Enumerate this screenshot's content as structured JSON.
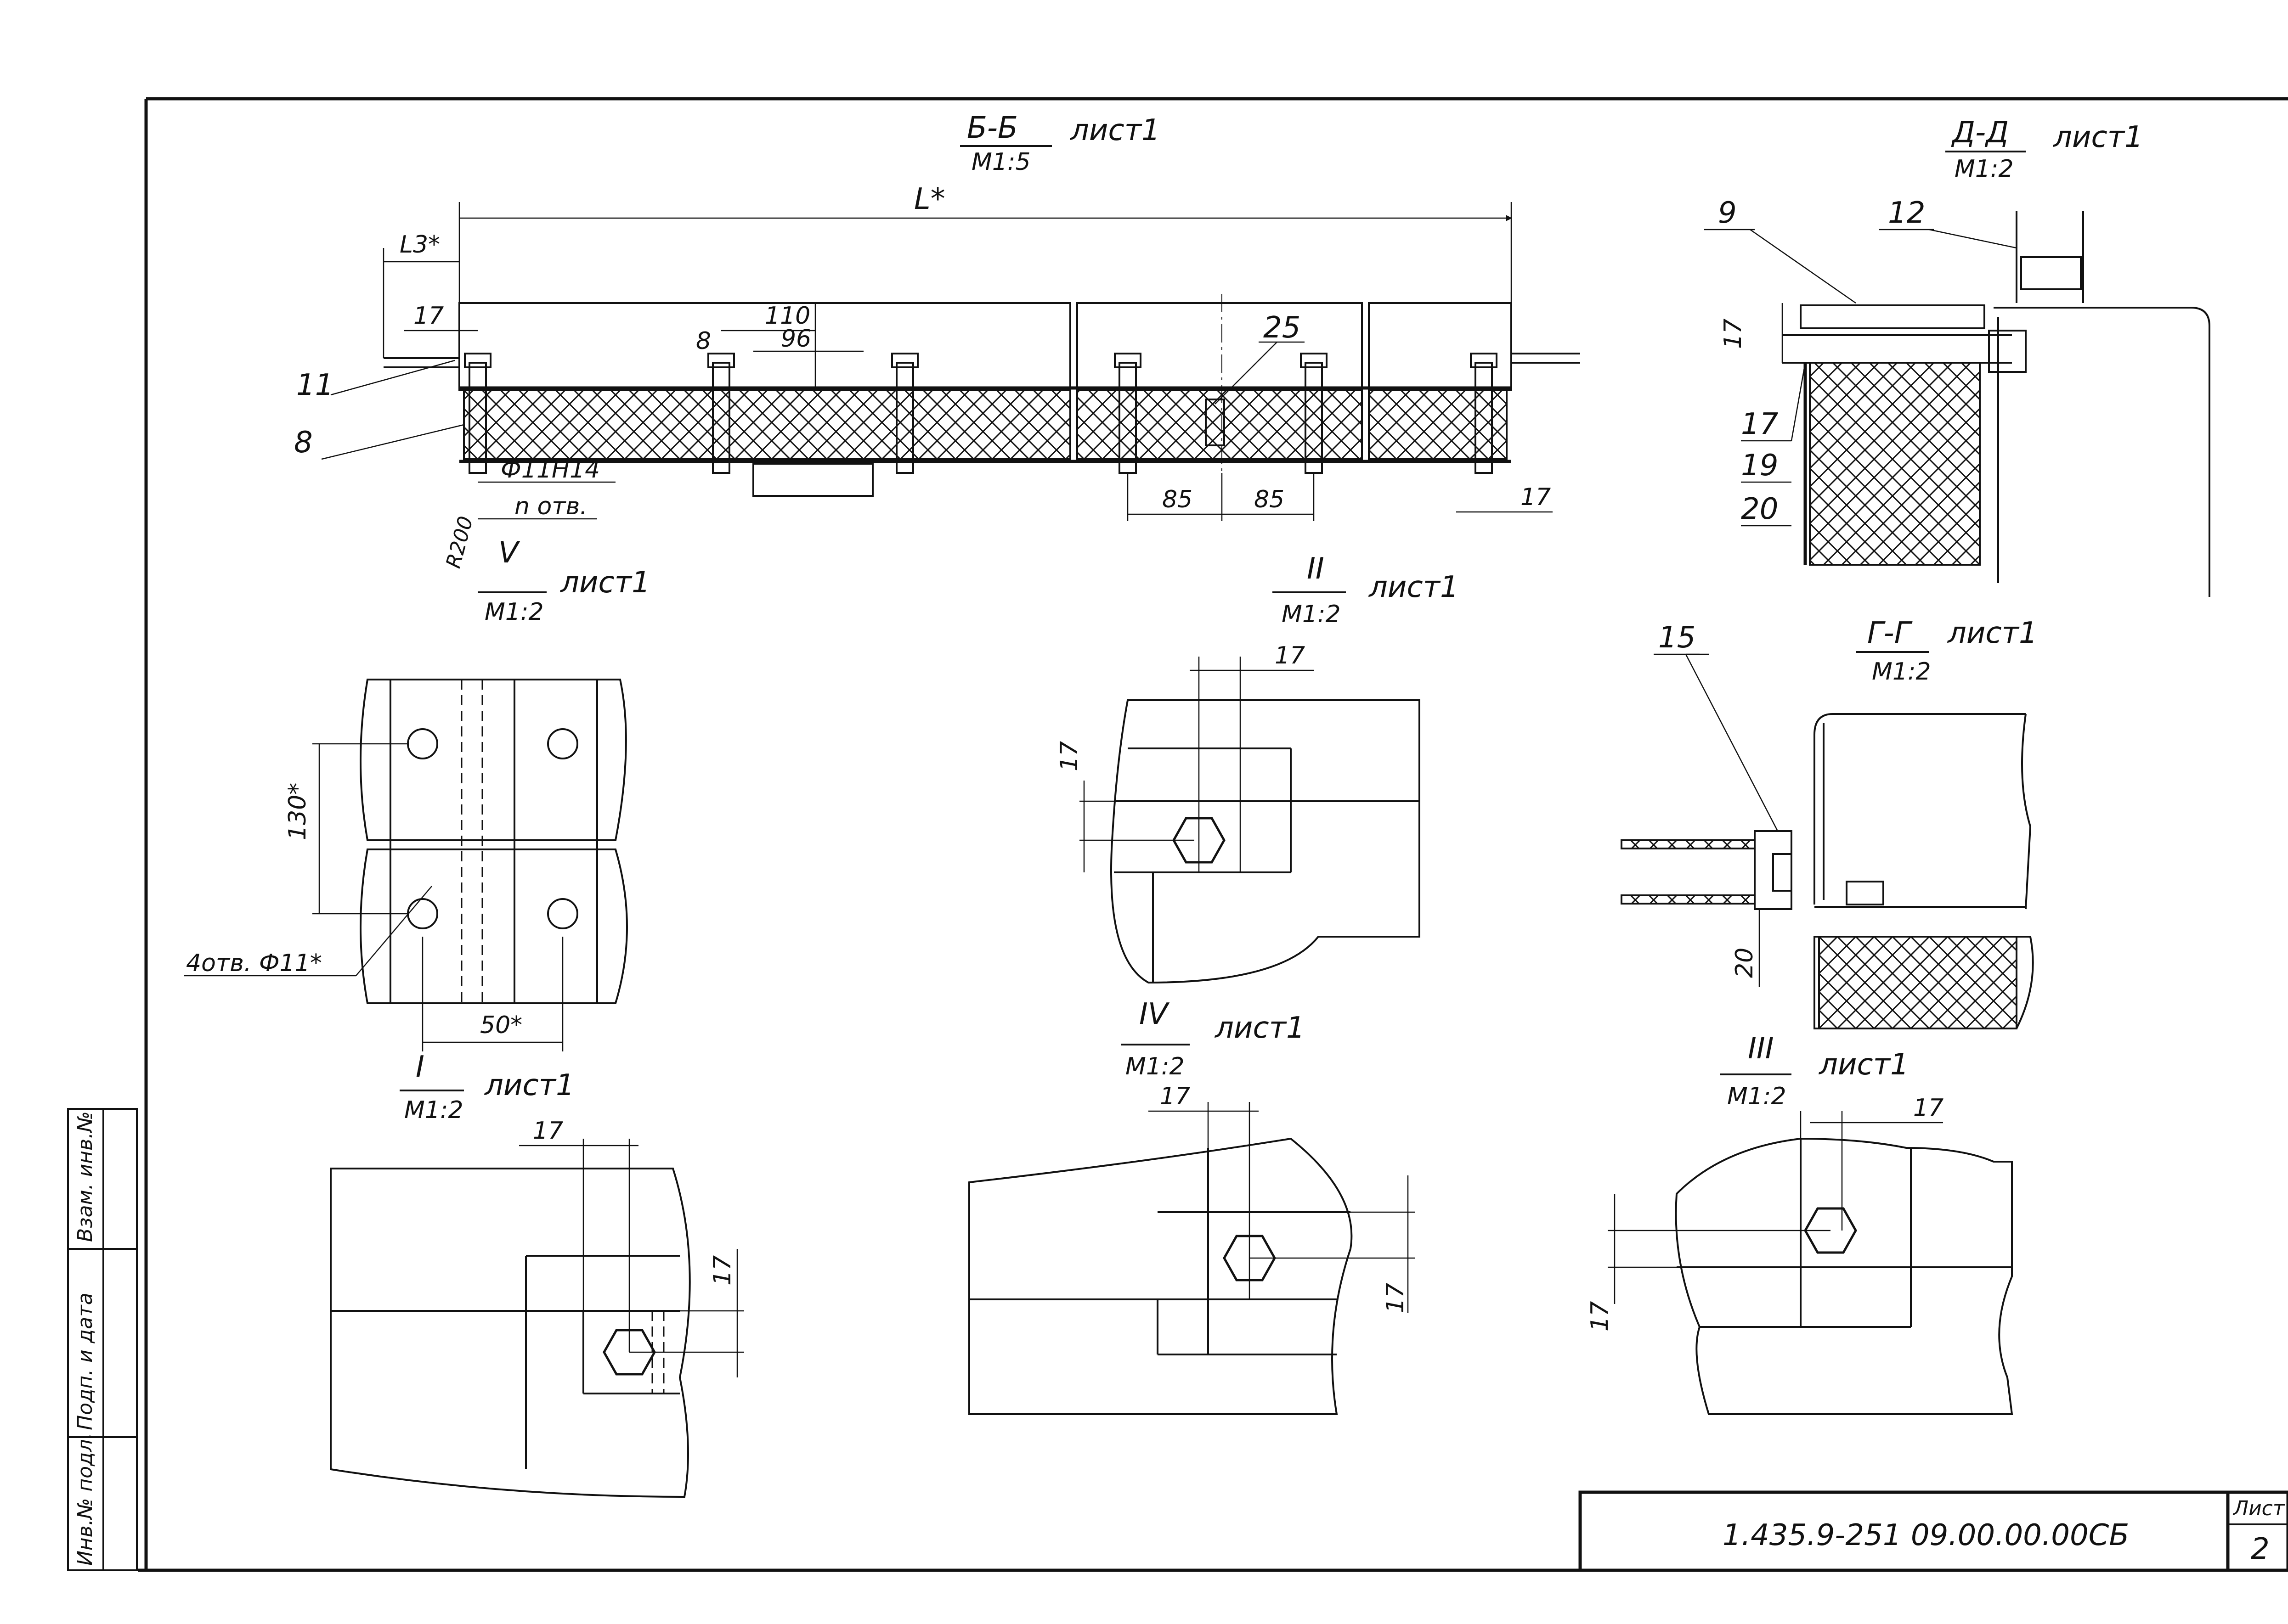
{
  "drawing": {
    "code": "1.435.9-251 09.00.00.00СБ",
    "sheet_label": "Лист",
    "sheet_number": "2"
  },
  "side_stamp": {
    "inv_orig": "Инв.№ подл.",
    "sign_date": "Подп. и дата",
    "inv_replace": "Взам. инв.№"
  },
  "views": {
    "bb": {
      "title": "Б-Б",
      "scale": "М1:5",
      "sheet_ref": "лист1"
    },
    "dd": {
      "title": "Д-Д",
      "scale": "М1:2",
      "sheet_ref": "лист1"
    },
    "v": {
      "title": "V",
      "scale": "М1:2",
      "sheet_ref": "лист1"
    },
    "ii": {
      "title": "II",
      "scale": "М1:2",
      "sheet_ref": "лист1"
    },
    "gg": {
      "title": "Г-Г",
      "scale": "М1:2",
      "sheet_ref": "лист1"
    },
    "iv": {
      "title": "IV",
      "scale": "М1:2",
      "sheet_ref": "лист1"
    },
    "i": {
      "title": "I",
      "scale": "М1:2",
      "sheet_ref": "лист1"
    },
    "iii": {
      "title": "III",
      "scale": "М1:2",
      "sheet_ref": "лист1"
    }
  },
  "dimensions": {
    "length_total": "L*",
    "length_l3": "L3*",
    "d17": "17",
    "d110": "110",
    "d96": "96",
    "d8": "8",
    "d85": "85",
    "d130": "130*",
    "d50": "50*",
    "d20": "20",
    "hole_spec": "Ф11Н14",
    "hole_count": "n отв.",
    "radius": "R200",
    "holes_note": "4отв. Ф11*"
  },
  "callouts": {
    "p8": "8",
    "p9": "9",
    "p11": "11",
    "p12": "12",
    "p15": "15",
    "p17": "17",
    "p19": "19",
    "p20": "20",
    "p25": "25"
  }
}
